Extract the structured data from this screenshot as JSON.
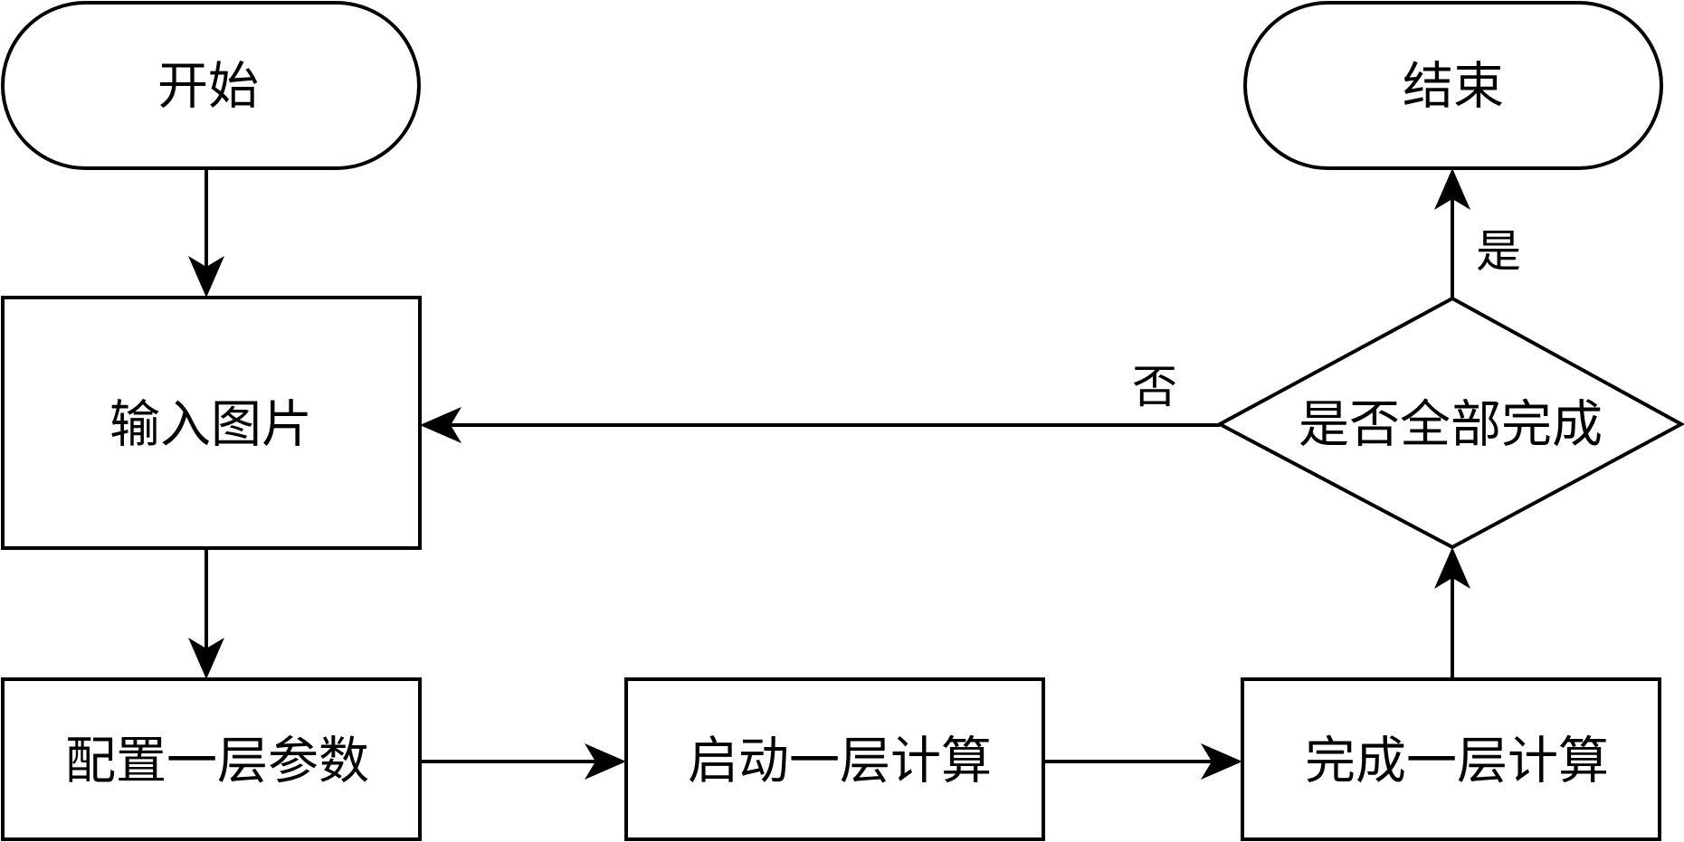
{
  "diagram": {
    "type": "flowchart",
    "nodes": {
      "start": {
        "label": "开始",
        "shape": "terminal"
      },
      "input_image": {
        "label": "输入图片",
        "shape": "process"
      },
      "configure_layer": {
        "label": "配置一层参数",
        "shape": "process"
      },
      "start_layer_calc": {
        "label": "启动一层计算",
        "shape": "process"
      },
      "finish_layer_calc": {
        "label": "完成一层计算",
        "shape": "process"
      },
      "all_done_decision": {
        "label": "是否全部完成",
        "shape": "decision"
      },
      "end": {
        "label": "结束",
        "shape": "terminal"
      }
    },
    "edges": {
      "start_to_input": {
        "from": "start",
        "to": "input_image",
        "label": ""
      },
      "input_to_configure": {
        "from": "input_image",
        "to": "configure_layer",
        "label": ""
      },
      "configure_to_start_calc": {
        "from": "configure_layer",
        "to": "start_layer_calc",
        "label": ""
      },
      "start_calc_to_finish_calc": {
        "from": "start_layer_calc",
        "to": "finish_layer_calc",
        "label": ""
      },
      "finish_calc_to_decision": {
        "from": "finish_layer_calc",
        "to": "all_done_decision",
        "label": ""
      },
      "decision_yes_to_end": {
        "from": "all_done_decision",
        "to": "end",
        "label": "是"
      },
      "decision_no_to_input": {
        "from": "all_done_decision",
        "to": "input_image",
        "label": "否"
      }
    }
  },
  "colors": {
    "stroke": "#000000",
    "fill": "#ffffff",
    "background": "#ffffff"
  }
}
